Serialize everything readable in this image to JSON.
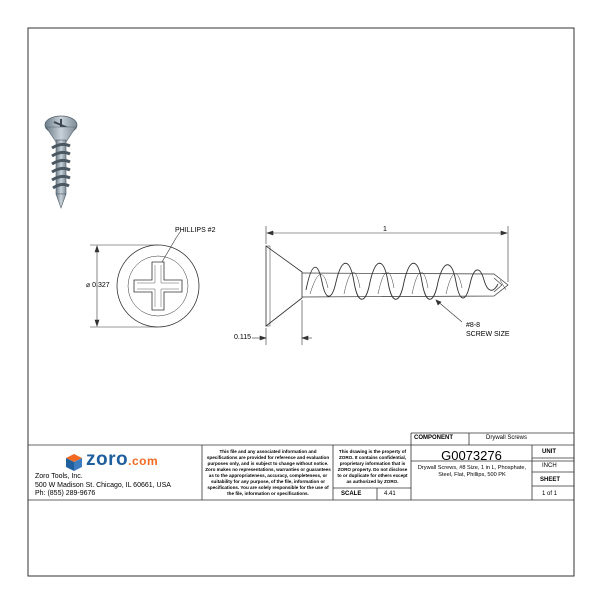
{
  "drawing": {
    "phillips_label": "PHILLIPS #2",
    "diameter_label": "⌀ 0.327",
    "length_label": "1",
    "head_height_label": "0.115",
    "thread_label_1": "#8-8",
    "thread_label_2": "SCREW SIZE"
  },
  "title_block": {
    "brand_name": "zoro",
    "brand_suffix": ".com",
    "company_line1": "Zoro Tools, Inc.",
    "company_line2": "500 W Madison St. Chicago, IL 60661, USA",
    "company_line3": "Ph: (855) 289-9676",
    "disclaimer": "This file and any associated information and specifications are provided for reference and evaluation purposes only, and is subject to change without notice. Zoro makes no representations, warranties or guarantees as to the appropriateness, accuracy, completeness, or suitability for any purpose, of the file, information or specifications. You are solely responsible for the use of the file, information or specifications.",
    "property_notice": "This drawing is the property of ZORO. It contains confidential, proprietary information that is ZORO property. Do not disclose to or duplicate for others except as authorized by ZORO.",
    "component_label": "COMPONENT",
    "component_value": "Drywall Screws",
    "part_number": "G0073276",
    "description": "Drywall Screws, #8 Size, 1 in L, Phosphate, Steel, Flat, Phillips, 500 PK",
    "scale_label": "SCALE",
    "scale_value": "4.41",
    "unit_label": "UNIT",
    "unit_value": "INCH",
    "sheet_label": "SHEET",
    "sheet_value": "1 of 1"
  },
  "colors": {
    "zoro_blue": "#1f5f9e",
    "zoro_orange": "#f26a21",
    "line": "#333333"
  }
}
